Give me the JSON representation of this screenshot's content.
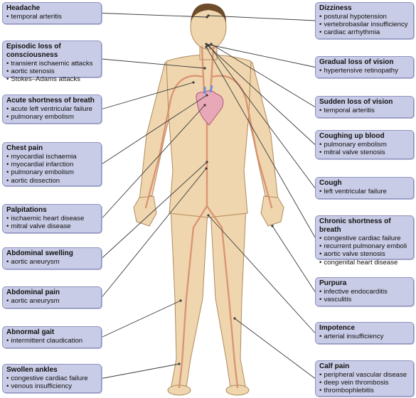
{
  "accent": "#c9cce6",
  "figure": {
    "left_boxes": [
      {
        "key": "headache",
        "title": "Headache",
        "items": [
          "temporal arteritis"
        ]
      },
      {
        "key": "episodic-loss-of-consciousness",
        "title": "Episodic loss of consciousness",
        "items": [
          "transient ischaemic attacks",
          "aortic stenosis",
          "Stokes–Adams attacks"
        ]
      },
      {
        "key": "acute-shortness-of-breath",
        "title": "Acute shortness of breath",
        "items": [
          "acute left ventricular failure",
          "pulmonary embolism"
        ]
      },
      {
        "key": "chest-pain",
        "title": "Chest pain",
        "items": [
          "myocardial ischaemia",
          "myocardial infarction",
          "pulmonary embolism",
          "aortic dissection"
        ]
      },
      {
        "key": "palpitations",
        "title": "Palpitations",
        "items": [
          "ischaemic heart disease",
          "mitral valve disease"
        ]
      },
      {
        "key": "abdominal-swelling",
        "title": "Abdominal swelling",
        "items": [
          "aortic aneurysm"
        ]
      },
      {
        "key": "abdominal-pain",
        "title": "Abdominal pain",
        "items": [
          "aortic aneurysm"
        ]
      },
      {
        "key": "abnormal-gait",
        "title": "Abnormal gait",
        "items": [
          "intermittent claudication"
        ]
      },
      {
        "key": "swollen-ankles",
        "title": "Swollen ankles",
        "items": [
          "congestive cardiac failure",
          "venous insufficiency"
        ]
      }
    ],
    "right_boxes": [
      {
        "key": "dizziness",
        "title": "Dizziness",
        "items": [
          "postural hypotension",
          "vertebrobasilar insufficiency",
          "cardiac arrhythmia"
        ]
      },
      {
        "key": "gradual-loss-of-vision",
        "title": "Gradual loss of vision",
        "items": [
          "hypertensive retinopathy"
        ]
      },
      {
        "key": "sudden-loss-of-vision",
        "title": "Sudden loss of vision",
        "items": [
          "temporal arteritis"
        ]
      },
      {
        "key": "coughing-up-blood",
        "title": "Coughing up blood",
        "items": [
          "pulmonary embolism",
          "mitral valve stenosis"
        ]
      },
      {
        "key": "cough",
        "title": "Cough",
        "items": [
          "left ventricular failure"
        ]
      },
      {
        "key": "chronic-shortness-of-breath",
        "title": "Chronic shortness of breath",
        "items": [
          "congestive cardiac failure",
          "recurrent pulmonary emboli",
          "aortic valve stenosis",
          "congenital heart disease"
        ]
      },
      {
        "key": "purpura",
        "title": "Purpura",
        "items": [
          "infective endocarditis",
          "vasculitis"
        ]
      },
      {
        "key": "impotence",
        "title": "Impotence",
        "items": [
          "arterial insufficiency"
        ]
      },
      {
        "key": "calf-pain",
        "title": "Calf pain",
        "items": [
          "peripheral vascular disease",
          "deep vein thrombosis",
          "thrombophlebitis"
        ]
      }
    ]
  }
}
